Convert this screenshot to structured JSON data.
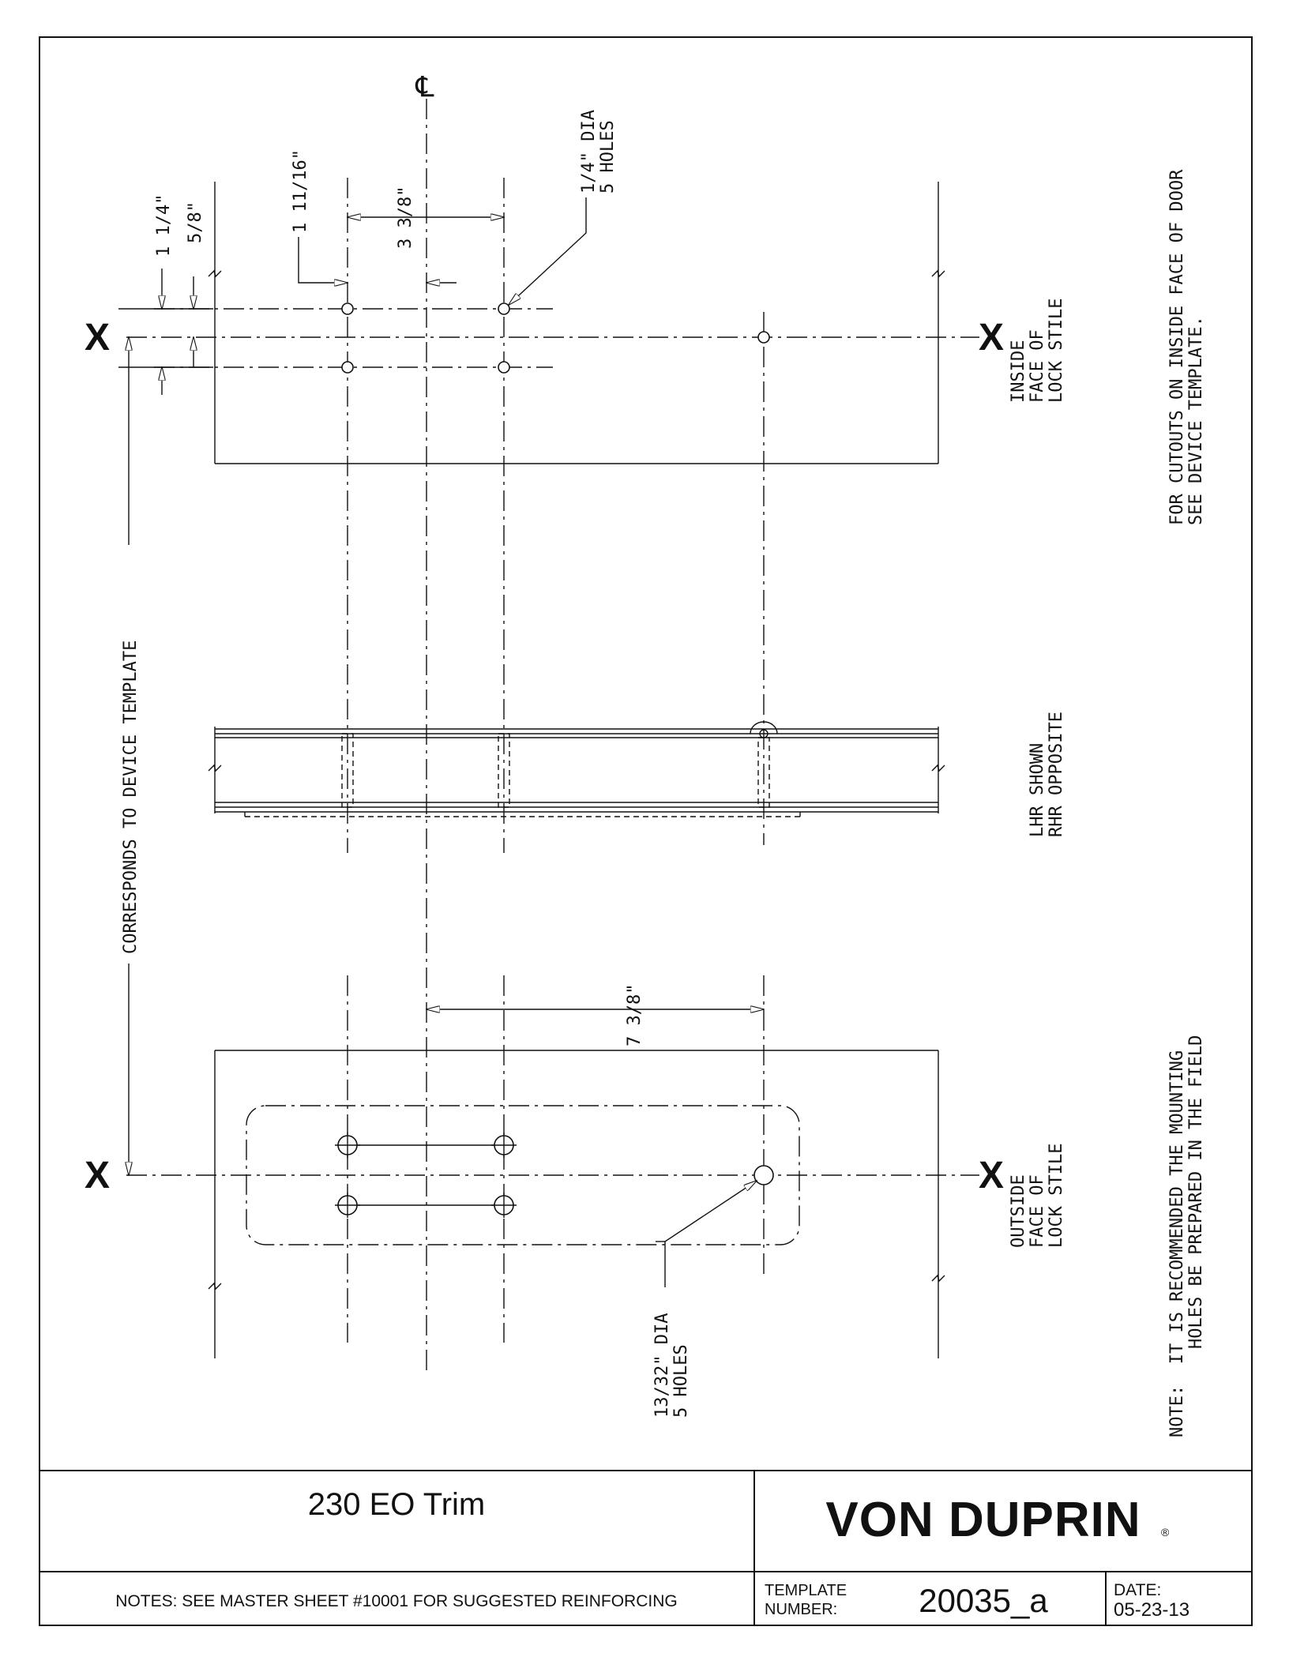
{
  "drawing": {
    "centerline_symbol": "℄",
    "side_markers": [
      "X",
      "X",
      "X",
      "X"
    ],
    "dim_1_1_4": "1 1/4\"",
    "dim_5_8": "5/8\"",
    "dim_1_11_16": "1 11/16\"",
    "dim_3_3_8": "3 3/8\"",
    "dim_7_3_8": "7 3/8\"",
    "hole_callout_top": [
      "1/4\" DIA",
      "5 HOLES"
    ],
    "hole_callout_bottom": [
      "13/32\" DIA",
      "5 HOLES"
    ],
    "corresponds_label": "CORRESPONDS TO DEVICE TEMPLATE",
    "inside_face_label": [
      "INSIDE",
      "FACE OF",
      "LOCK STILE"
    ],
    "outside_face_label": [
      "OUTSIDE",
      "FACE OF",
      "LOCK STILE"
    ],
    "hand_label": [
      "LHR SHOWN",
      "RHR OPPOSITE"
    ],
    "cutouts_note": [
      "FOR CUTOUTS ON INSIDE FACE OF DOOR",
      "SEE DEVICE TEMPLATE."
    ],
    "mounting_note": [
      "NOTE:  IT IS RECOMMENDED THE MOUNTING",
      "HOLES BE PREPARED IN THE FIELD"
    ]
  },
  "title_block": {
    "product_title": "230 EO Trim",
    "brand": "VON DUPRIN",
    "brand_mark": "®",
    "notes": "NOTES: SEE MASTER SHEET #10001 FOR SUGGESTED REINFORCING",
    "template_label": [
      "TEMPLATE",
      "NUMBER:"
    ],
    "template_number": "20035_a",
    "date_label": "DATE:",
    "date_value": "05-23-13"
  },
  "colors": {
    "ink": "#111111",
    "paper": "#ffffff"
  }
}
